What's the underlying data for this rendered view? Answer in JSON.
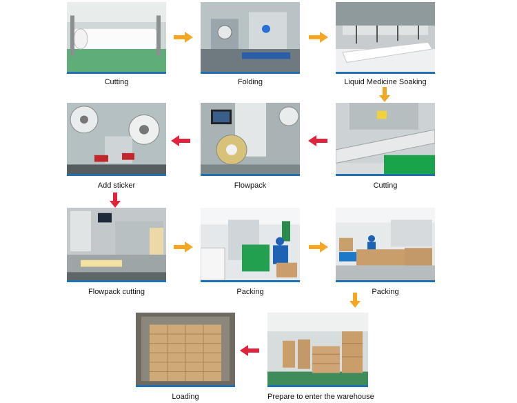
{
  "steps": [
    {
      "label": "Cutting"
    },
    {
      "label": "Folding"
    },
    {
      "label": "Liquid Medicine Soaking"
    },
    {
      "label": "Cutting"
    },
    {
      "label": "Flowpack"
    },
    {
      "label": "Add sticker"
    },
    {
      "label": "Flowpack cutting"
    },
    {
      "label": "Packing"
    },
    {
      "label": "Packing"
    },
    {
      "label": "Prepare to enter the warehouse"
    },
    {
      "label": "Loading"
    }
  ],
  "colors": {
    "arrow_forward": "#f5a623",
    "arrow_backward": "#e0243c",
    "photo_border": "#1f6fb5"
  }
}
